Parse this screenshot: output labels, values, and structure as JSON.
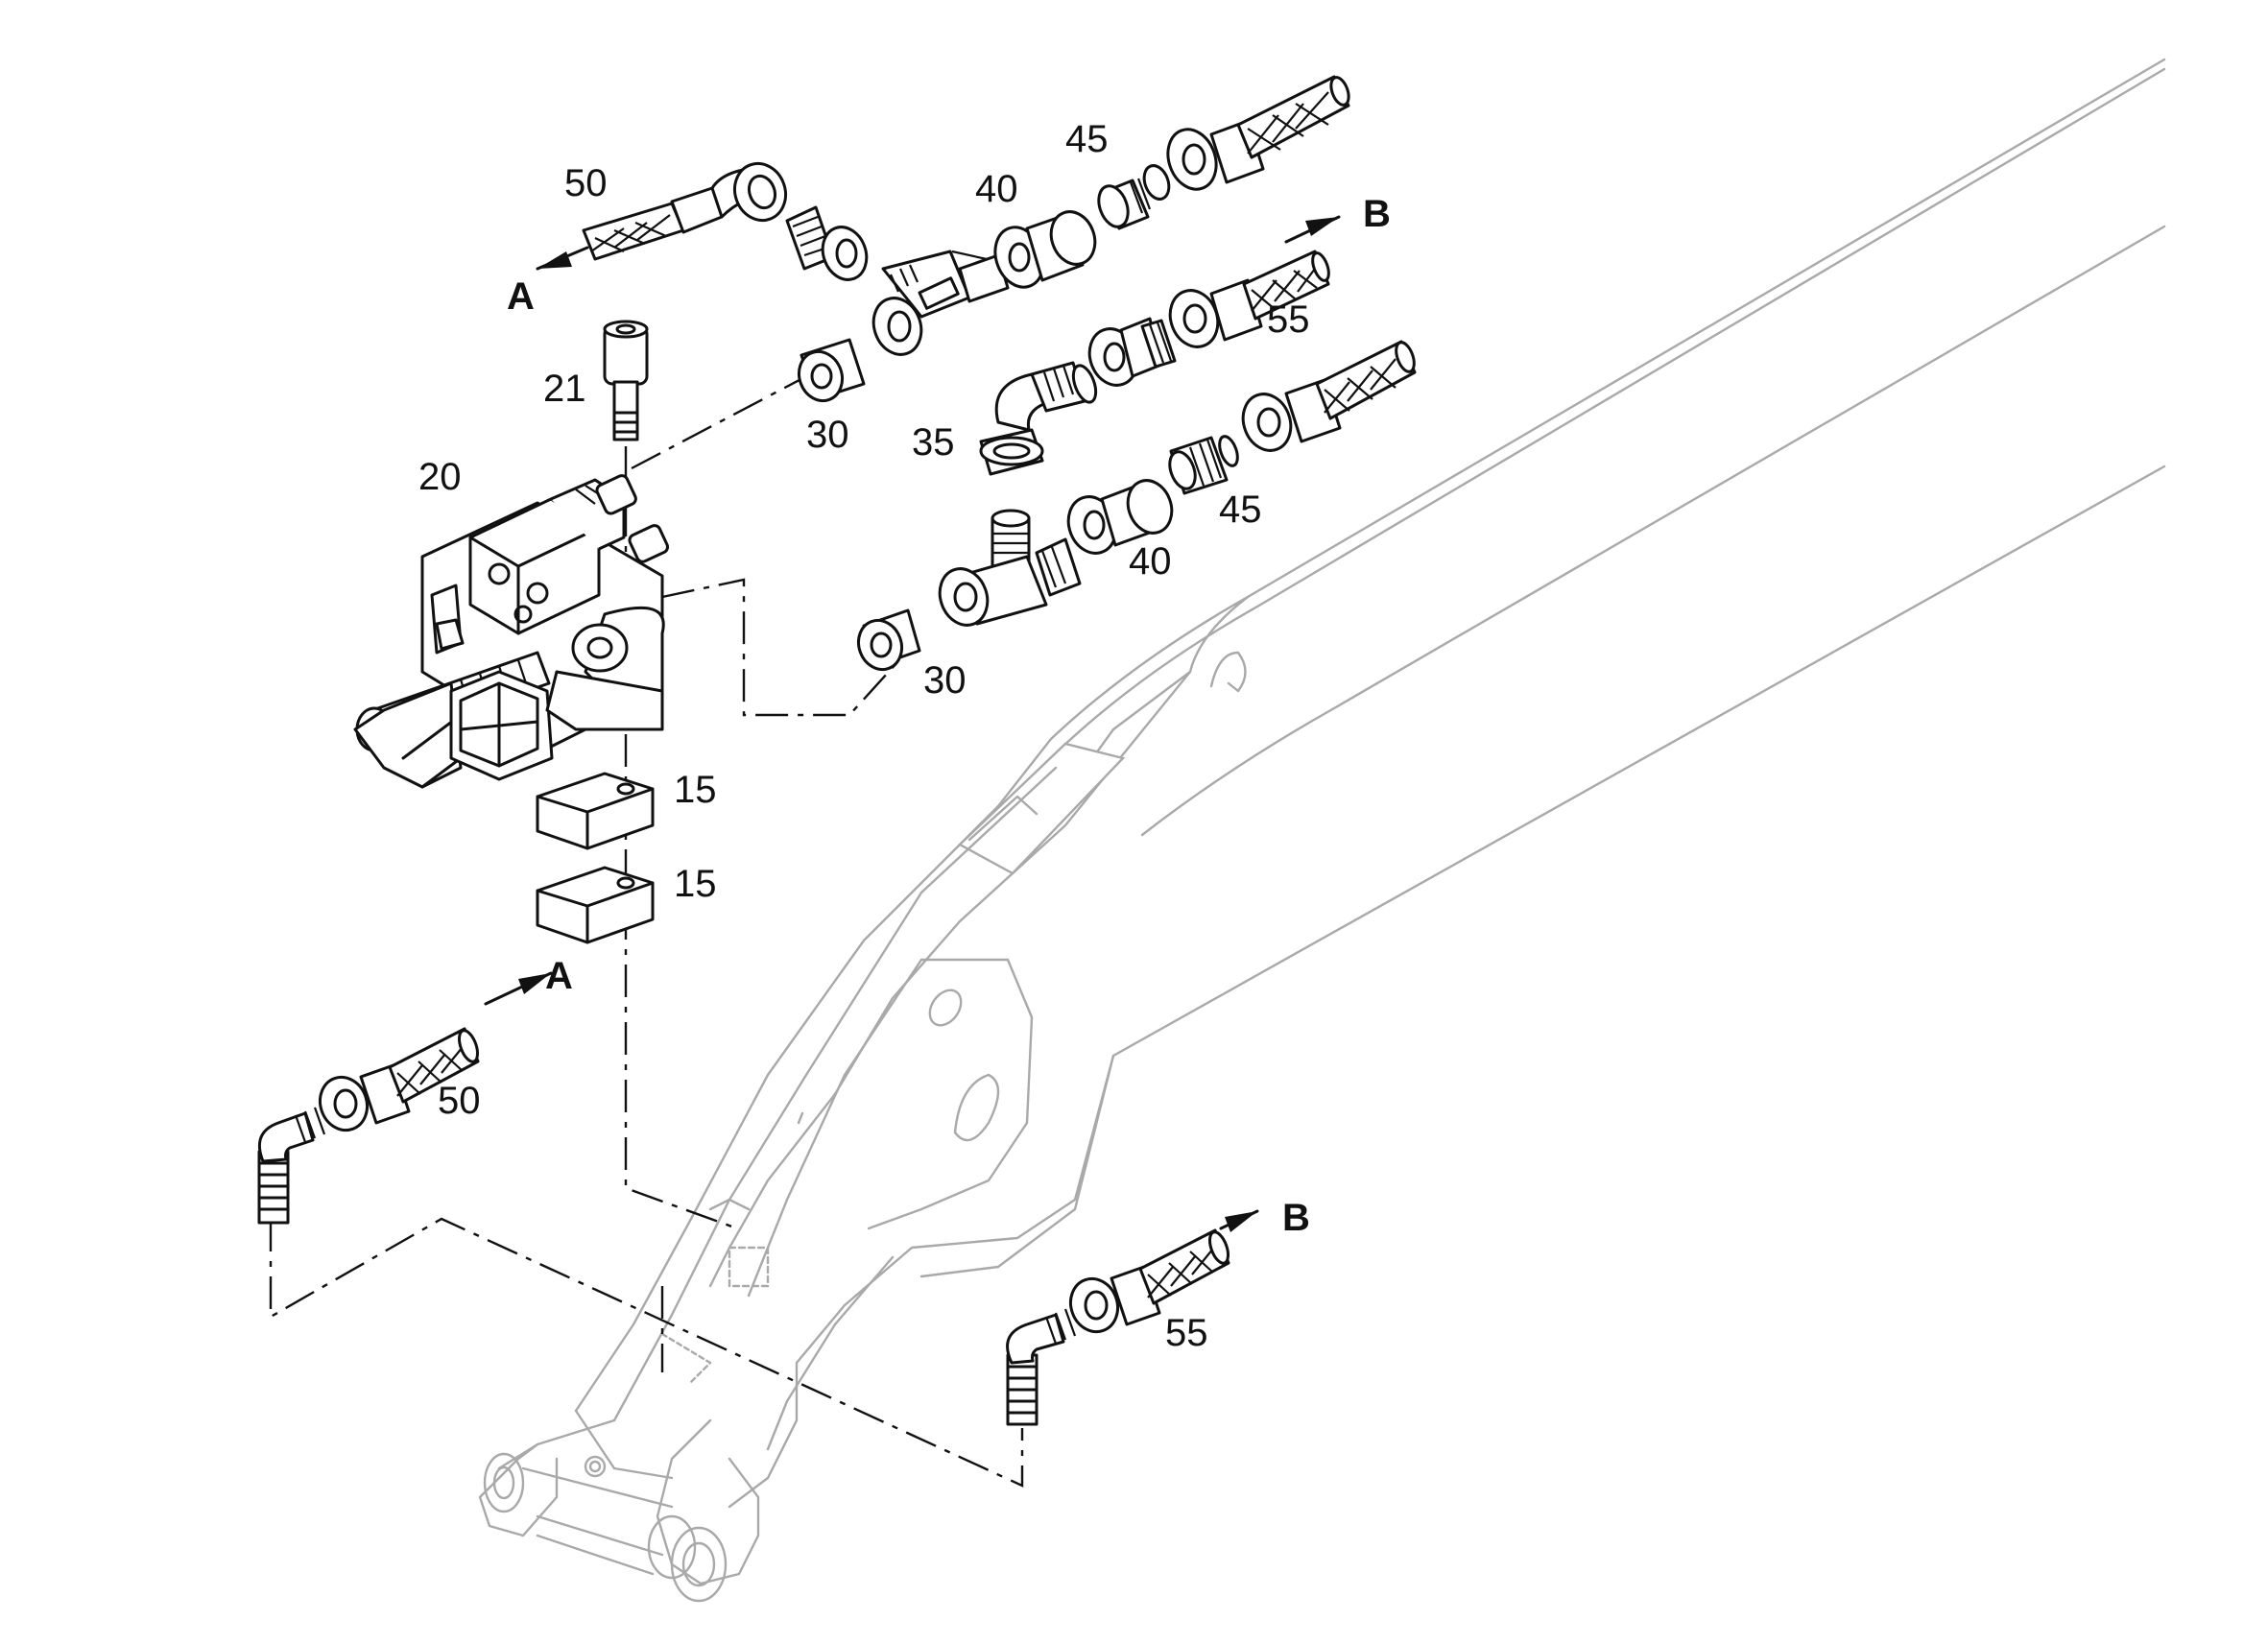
{
  "callouts": {
    "c50_top": "50",
    "c45_top": "45",
    "c40_top": "40",
    "c55_top": "55",
    "c21": "21",
    "c30_top": "30",
    "c35": "35",
    "c20": "20",
    "c45_mid": "45",
    "c40_mid": "40",
    "c30_mid": "30",
    "c15_top": "15",
    "c15_bot": "15",
    "c50_bot": "50",
    "c55_bot": "55"
  },
  "connections": {
    "a_top": "A",
    "b_top": "B",
    "a_bot": "A",
    "b_bot": "B"
  }
}
